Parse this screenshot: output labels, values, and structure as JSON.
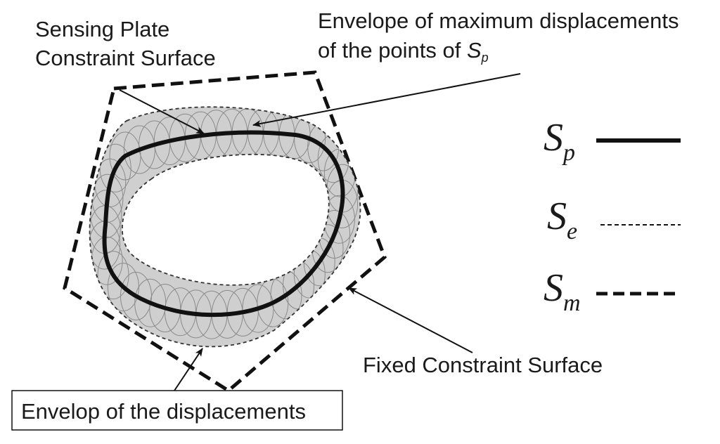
{
  "labels": {
    "sensing_plate_line1": "Sensing Plate",
    "sensing_plate_line2": "Constraint Surface",
    "envelope_max_line1": "Envelope of maximum displacements",
    "envelope_max_line2": "of the points of ",
    "envelope_max_sym": "S",
    "envelope_max_sub": "p",
    "fixed_constraint": "Fixed Constraint Surface",
    "envelop_displacements": "Envelop of the displacements"
  },
  "legend": [
    {
      "symbol": "S",
      "subscript": "p",
      "style": "solid"
    },
    {
      "symbol": "S",
      "subscript": "e",
      "style": "thin-dashed"
    },
    {
      "symbol": "S",
      "subscript": "m",
      "style": "thick-dashed"
    }
  ],
  "colors": {
    "stroke": "#111111",
    "band_fill": "#cfcfcf",
    "circle_stroke": "#8a8a8a"
  }
}
